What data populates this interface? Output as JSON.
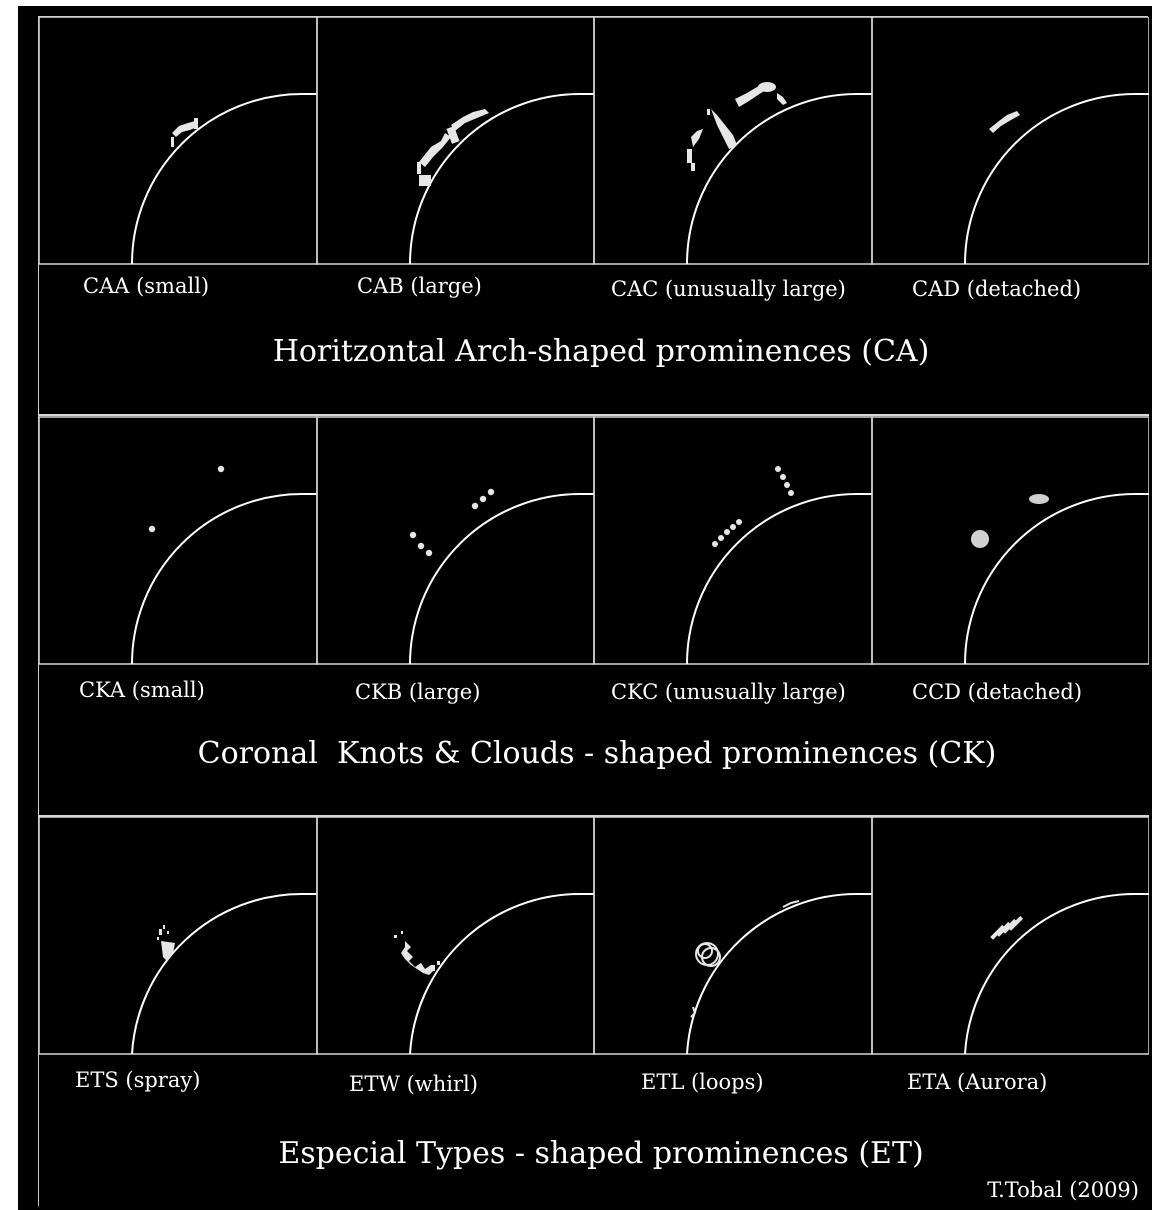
{
  "sections": [
    {
      "title": "Horitzontal Arch-shaped prominences (CA)",
      "panels": [
        {
          "label": "CAA (small)",
          "shape": "small-arch-icon"
        },
        {
          "label": "CAB (large)",
          "shape": "large-arch-icon"
        },
        {
          "label": "CAC (unusually large)",
          "shape": "unusually-large-arch-icon"
        },
        {
          "label": "CAD (detached)",
          "shape": "detached-arch-icon"
        }
      ]
    },
    {
      "title": "Coronal  Knots & Clouds - shaped prominences (CK)",
      "panels": [
        {
          "label": "CKA (small)",
          "shape": "small-knots-icon"
        },
        {
          "label": "CKB (large)",
          "shape": "large-knots-icon"
        },
        {
          "label": "CKC (unusually large)",
          "shape": "unusually-large-knots-icon"
        },
        {
          "label": "CCD (detached)",
          "shape": "detached-clouds-icon"
        }
      ]
    },
    {
      "title": "Especial Types - shaped prominences (ET)",
      "panels": [
        {
          "label": "ETS (spray)",
          "shape": "spray-icon"
        },
        {
          "label": "ETW (whirl)",
          "shape": "whirl-icon"
        },
        {
          "label": "ETL (loops)",
          "shape": "loops-icon"
        },
        {
          "label": "ETA (Aurora)",
          "shape": "aurora-icon"
        }
      ]
    }
  ],
  "credit": "T.Tobal (2009)",
  "colors": {
    "background": "#000000",
    "lines": "#ffffff",
    "prominence": "#e6e6e6"
  }
}
